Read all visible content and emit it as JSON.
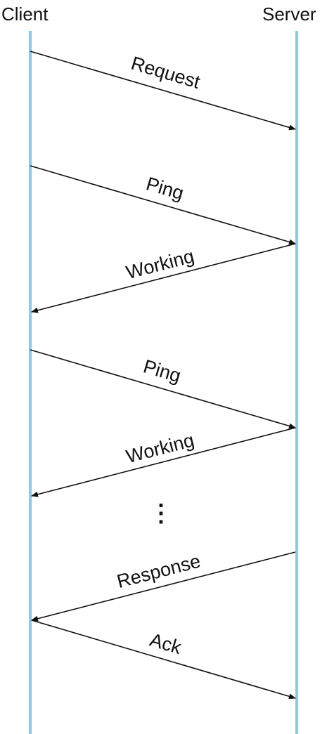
{
  "diagram": {
    "parties": {
      "client": "Client",
      "server": "Server"
    },
    "messages": [
      {
        "label": "Request",
        "from": "client",
        "to": "server"
      },
      {
        "label": "Ping",
        "from": "client",
        "to": "server"
      },
      {
        "label": "Working",
        "from": "server",
        "to": "client"
      },
      {
        "label": "Ping",
        "from": "client",
        "to": "server"
      },
      {
        "label": "Working",
        "from": "server",
        "to": "client"
      },
      {
        "label": "Response",
        "from": "server",
        "to": "client"
      },
      {
        "label": "Ack",
        "from": "client",
        "to": "server"
      }
    ],
    "ellipsis": "⋮",
    "colors": {
      "lifeline": "#8dc8e8",
      "arrow": "#111111",
      "text": "#111111"
    }
  }
}
